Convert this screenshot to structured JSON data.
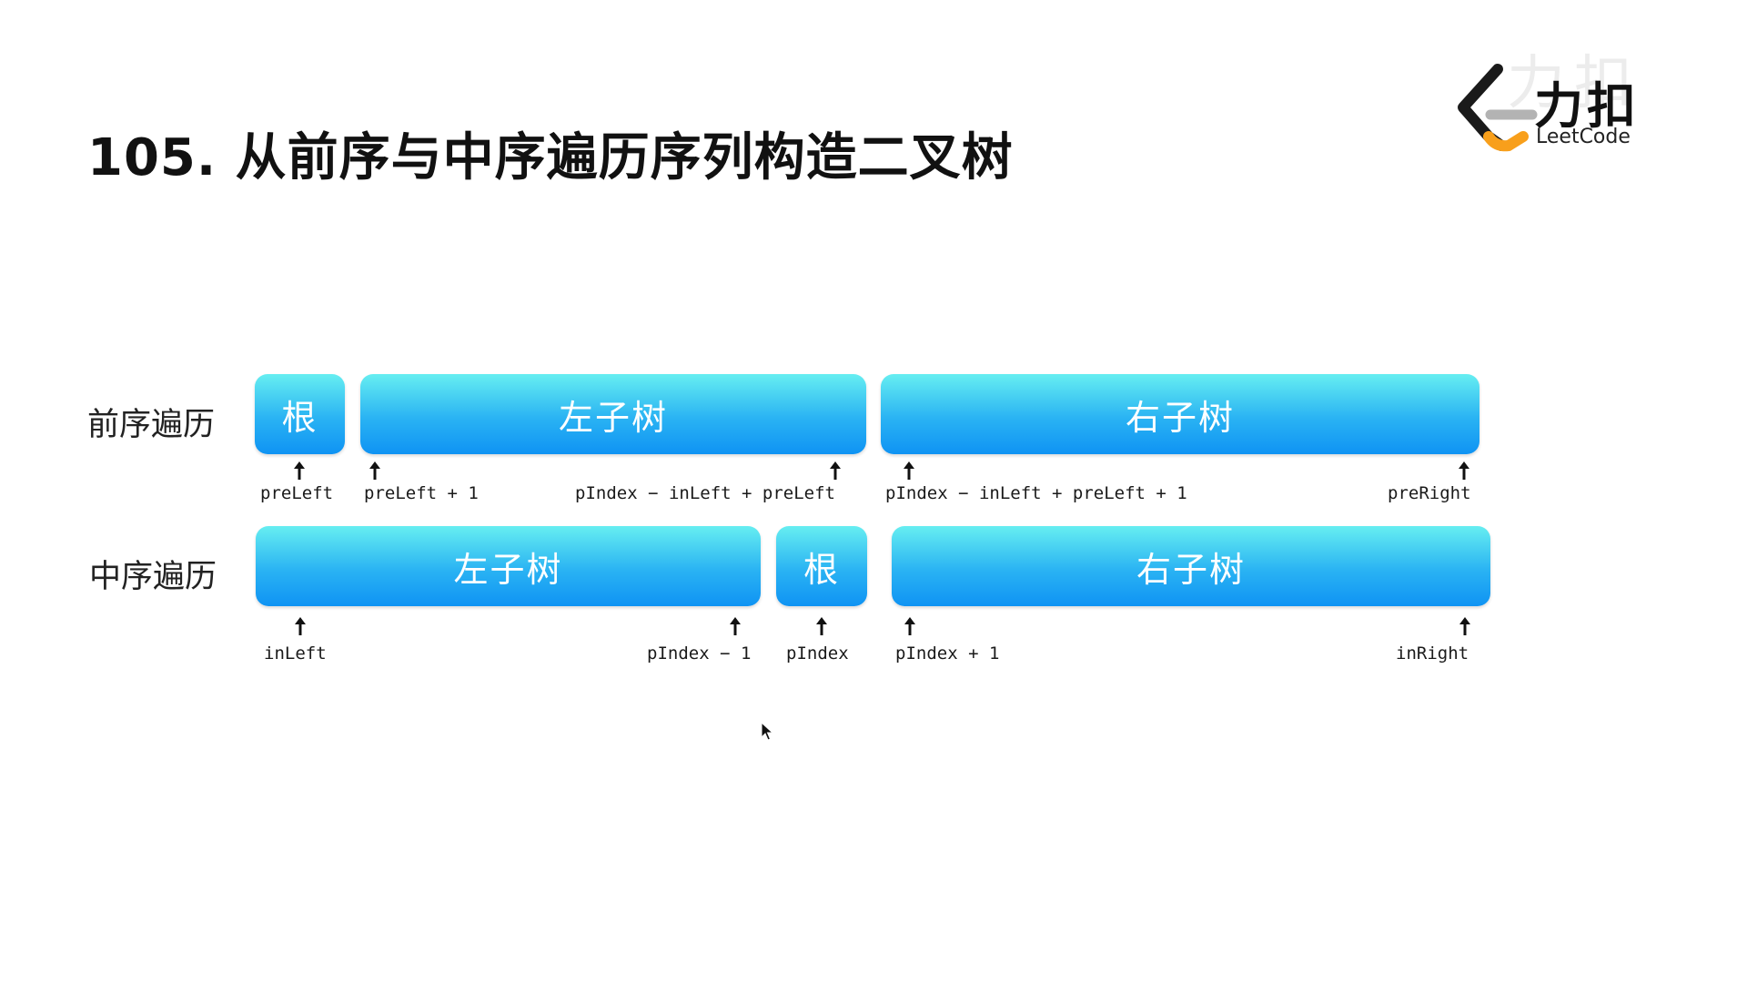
{
  "title": "105. 从前序与中序遍历序列构造二叉树",
  "logo": {
    "name_cn": "力扣",
    "name_en": "LeetCode",
    "colors": {
      "dark": "#1a1a1a",
      "orange": "#f89f1b",
      "gray": "#b3b3b3"
    }
  },
  "watermark": "力扣",
  "segment_gradient": {
    "top": "#66eef1",
    "bottom": "#0f93f3"
  },
  "preorder": {
    "label": "前序遍历",
    "segments": {
      "root": "根",
      "left": "左子树",
      "right": "右子树"
    },
    "pointers": {
      "preLeft": "preLeft",
      "preLeftPlus1": "preLeft + 1",
      "leftEnd": "pIndex − inLeft + preLeft",
      "rightStart": "pIndex − inLeft + preLeft + 1",
      "preRight": "preRight"
    }
  },
  "inorder": {
    "label": "中序遍历",
    "segments": {
      "left": "左子树",
      "root": "根",
      "right": "右子树"
    },
    "pointers": {
      "inLeft": "inLeft",
      "pIndexMinus1": "pIndex − 1",
      "pIndex": "pIndex",
      "pIndexPlus1": "pIndex + 1",
      "inRight": "inRight"
    }
  }
}
